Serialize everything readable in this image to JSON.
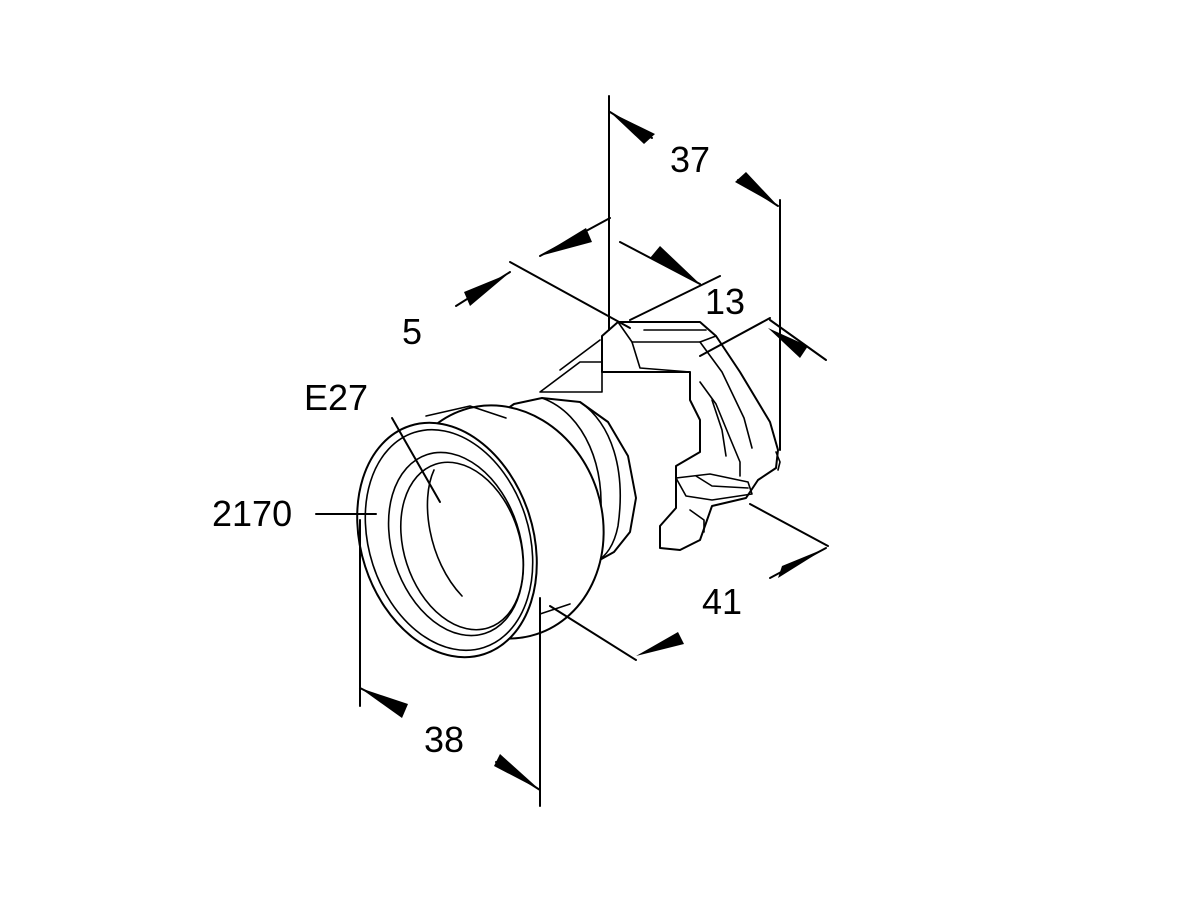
{
  "labels": {
    "dim_37": "37",
    "dim_13": "13",
    "dim_5": "5",
    "part_e27": "E27",
    "part_2170": "2170",
    "dim_41": "41",
    "dim_38": "38"
  }
}
